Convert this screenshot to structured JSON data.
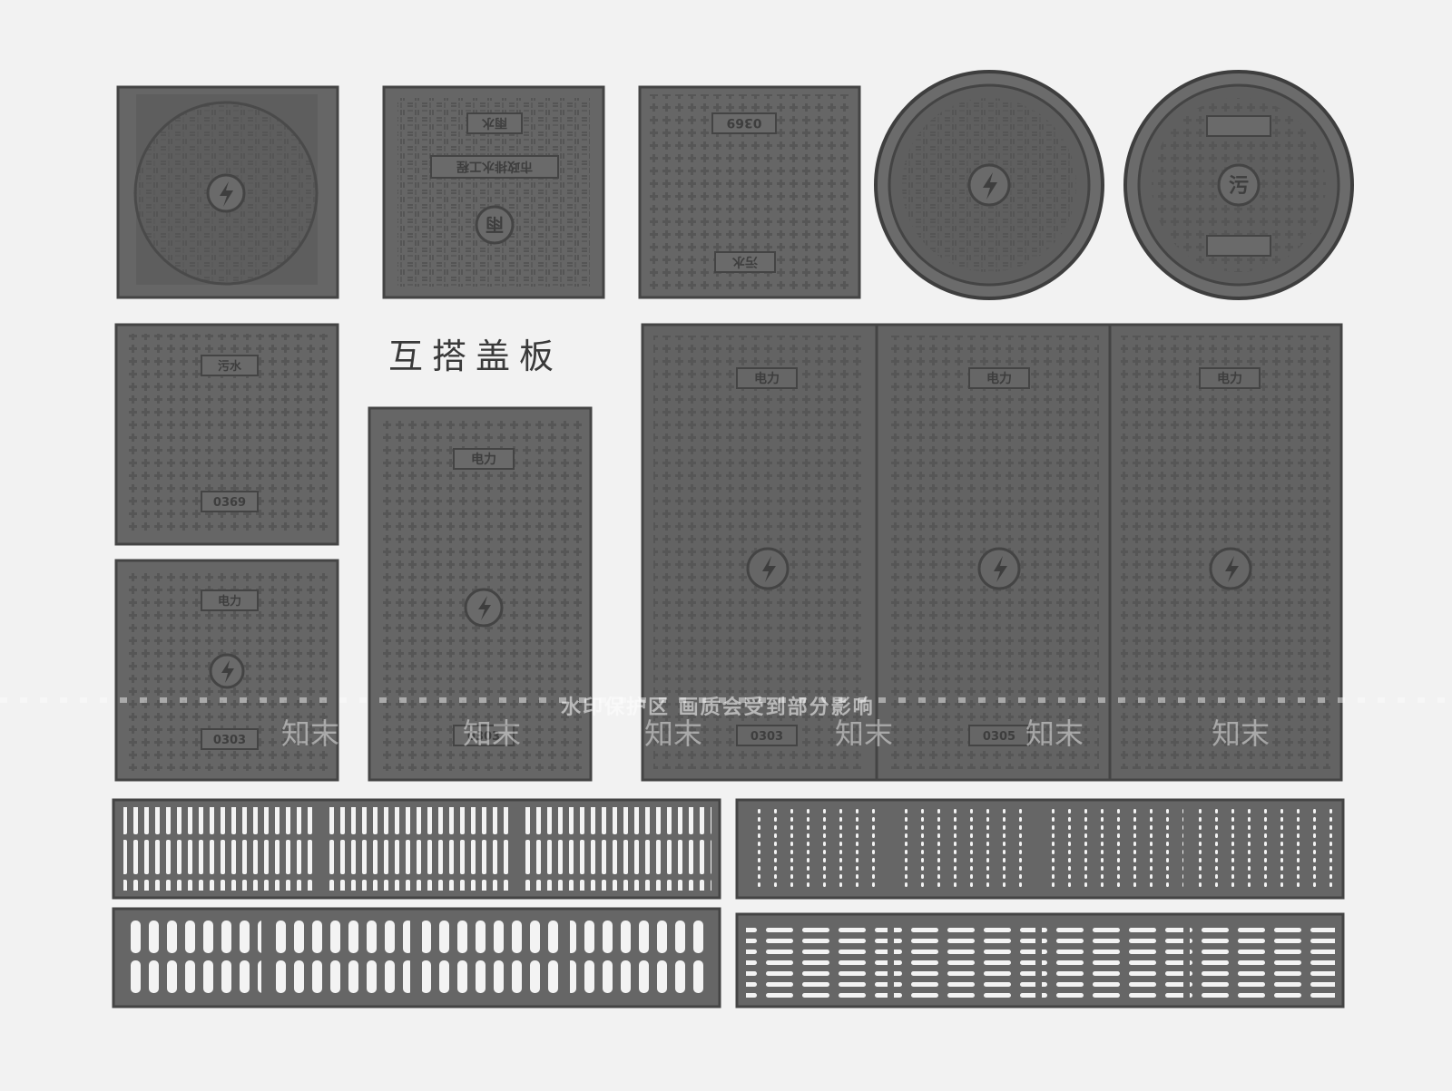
{
  "title": "互搭盖板",
  "colors": {
    "background": "#f2f2f2",
    "cover": "#646464",
    "cover_dark": "#4a4a4a",
    "pattern": "#575757"
  },
  "labels": {
    "power": "电力",
    "code_0369": "0369",
    "code_0303": "0303",
    "code_0305": "0305",
    "sewage": "污水",
    "sewage_short": "污",
    "rain": "雨",
    "rain_water": "雨水",
    "municipal": "市政排水工程"
  },
  "icons": {
    "lightning": "lightning-icon"
  },
  "watermark": {
    "notice": "水印保护区  画质会受到部分影响",
    "brand": "知末"
  }
}
